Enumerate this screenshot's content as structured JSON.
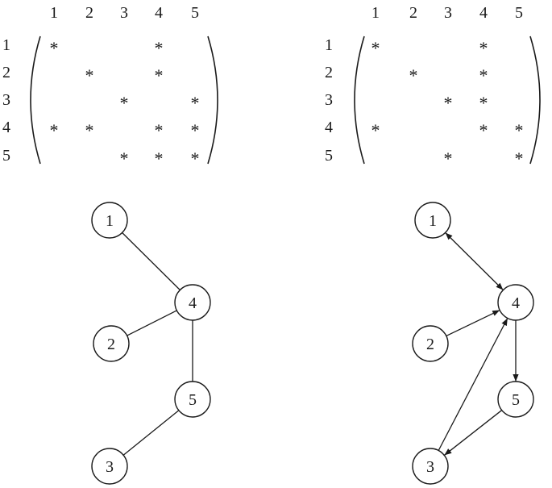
{
  "matrices": [
    {
      "col_labels": [
        "1",
        "2",
        "3",
        "4",
        "5"
      ],
      "row_labels": [
        "1",
        "2",
        "3",
        "4",
        "5"
      ],
      "symbol": "*",
      "cells": [
        [
          1,
          1
        ],
        [
          1,
          4
        ],
        [
          2,
          2
        ],
        [
          2,
          4
        ],
        [
          3,
          3
        ],
        [
          3,
          5
        ],
        [
          4,
          1
        ],
        [
          4,
          2
        ],
        [
          4,
          4
        ],
        [
          4,
          5
        ],
        [
          5,
          3
        ],
        [
          5,
          4
        ],
        [
          5,
          5
        ]
      ]
    },
    {
      "col_labels": [
        "1",
        "2",
        "3",
        "4",
        "5"
      ],
      "row_labels": [
        "1",
        "2",
        "3",
        "4",
        "5"
      ],
      "symbol": "*",
      "cells": [
        [
          1,
          1
        ],
        [
          1,
          4
        ],
        [
          2,
          2
        ],
        [
          2,
          4
        ],
        [
          3,
          3
        ],
        [
          3,
          4
        ],
        [
          4,
          1
        ],
        [
          4,
          4
        ],
        [
          4,
          5
        ],
        [
          5,
          3
        ],
        [
          5,
          5
        ]
      ]
    }
  ],
  "graphs": [
    {
      "nodes": [
        "1",
        "2",
        "3",
        "4",
        "5"
      ],
      "edges": [
        {
          "from": "1",
          "to": "4"
        },
        {
          "from": "2",
          "to": "4"
        },
        {
          "from": "4",
          "to": "5"
        },
        {
          "from": "5",
          "to": "3"
        }
      ]
    },
    {
      "nodes": [
        "1",
        "2",
        "3",
        "4",
        "5"
      ],
      "edges": [
        {
          "from": "1",
          "to": "4",
          "arrow": "both"
        },
        {
          "from": "2",
          "to": "4",
          "arrow": "end"
        },
        {
          "from": "3",
          "to": "4",
          "arrow": "end"
        },
        {
          "from": "4",
          "to": "5",
          "arrow": "end"
        },
        {
          "from": "5",
          "to": "3",
          "arrow": "end"
        }
      ]
    }
  ]
}
